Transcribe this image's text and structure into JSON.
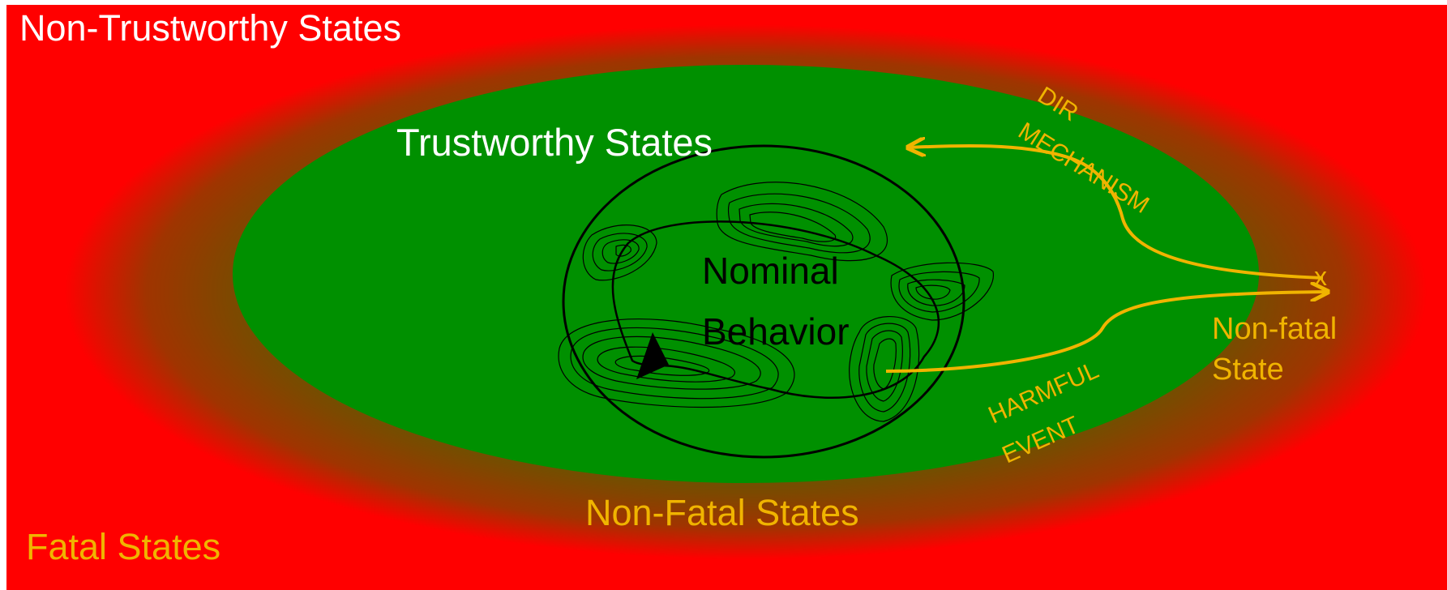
{
  "regions": {
    "non_trustworthy": "Non-Trustworthy States",
    "fatal": "Fatal States",
    "non_fatal": "Non-Fatal States",
    "trustworthy": "Trustworthy States",
    "nominal_line1": "Nominal",
    "nominal_line2": "Behavior"
  },
  "annotations": {
    "dir_line1": "DIR",
    "dir_line2": "MECHANISM",
    "harmful_line1": "HARMFUL",
    "harmful_line2": "EVENT",
    "nonfatal_state_line1": "Non-fatal",
    "nonfatal_state_line2": "State",
    "x_mark": "x"
  },
  "colors": {
    "fatal_red": "#ff0000",
    "non_fatal_brown": "#7a4a00",
    "trustworthy_green": "#009000",
    "arrow_orange": "#f0b400",
    "label_orange": "#f0b400",
    "label_white": "#ffffff",
    "label_black": "#000000"
  }
}
